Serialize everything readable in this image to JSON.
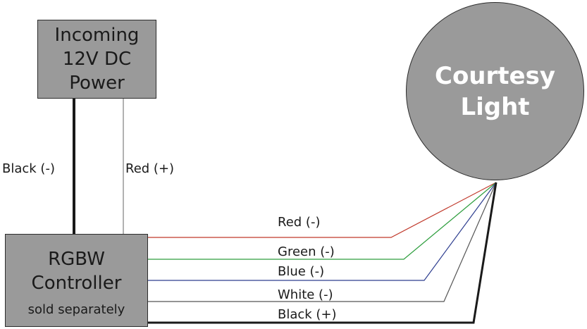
{
  "power_box": {
    "lines": [
      "Incoming",
      "12V DC",
      "Power"
    ]
  },
  "controller_box": {
    "lines": [
      "RGBW",
      "Controller"
    ],
    "note": "sold separately"
  },
  "light": {
    "lines": [
      "Courtesy",
      "Light"
    ]
  },
  "input_wires": {
    "black": "Black (-)",
    "red": "Red (+)"
  },
  "output_wires": [
    {
      "label": "Red (-)",
      "color": "#c0392b"
    },
    {
      "label": "Green (-)",
      "color": "#2e9e3e"
    },
    {
      "label": "Blue (-)",
      "color": "#2d3d8f"
    },
    {
      "label": "White (-)",
      "color": "#555555"
    },
    {
      "label": "Black (+)",
      "color": "#1a1a1a"
    }
  ],
  "colors": {
    "box_fill": "#9a9a9a",
    "outline": "#2c2c2c",
    "light_text": "#ffffff"
  }
}
